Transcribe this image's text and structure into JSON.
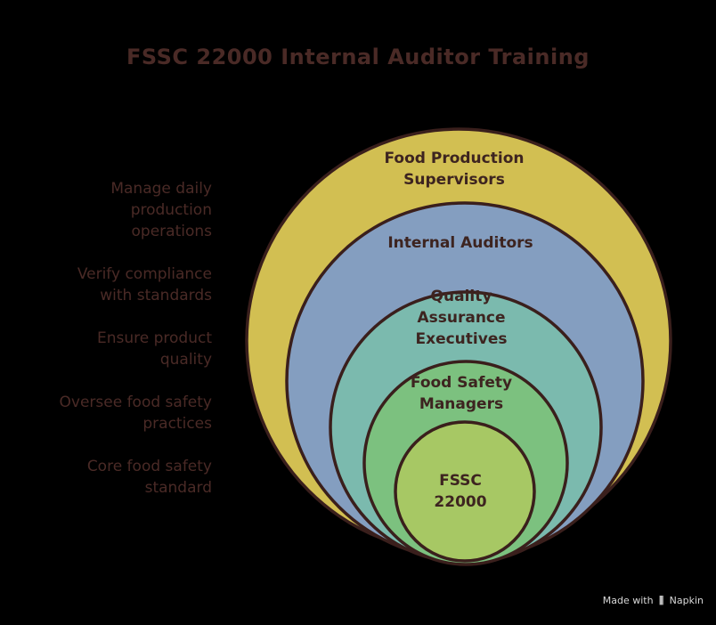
{
  "title": "FSSC 22000 Internal Auditor Training",
  "layers": [
    {
      "lines": [
        "Food Production",
        "Supervisors"
      ],
      "color": "#d2bf52",
      "description": [
        "Manage daily",
        "production",
        "operations"
      ]
    },
    {
      "lines": [
        "Internal Auditors"
      ],
      "color": "#849ec0",
      "description": [
        "Verify compliance",
        "with standards"
      ]
    },
    {
      "lines": [
        "Quality",
        "Assurance",
        "Executives"
      ],
      "color": "#7bbaae",
      "description": [
        "Ensure product",
        "quality"
      ]
    },
    {
      "lines": [
        "Food Safety",
        "Managers"
      ],
      "color": "#7cc17f",
      "description": [
        "Oversee food safety",
        "practices"
      ]
    },
    {
      "lines": [
        "FSSC",
        "22000"
      ],
      "color": "#a7c864",
      "description": [
        "Core food safety",
        "standard"
      ]
    }
  ],
  "footer": {
    "made_with": "Made with",
    "brand": "Napkin"
  }
}
